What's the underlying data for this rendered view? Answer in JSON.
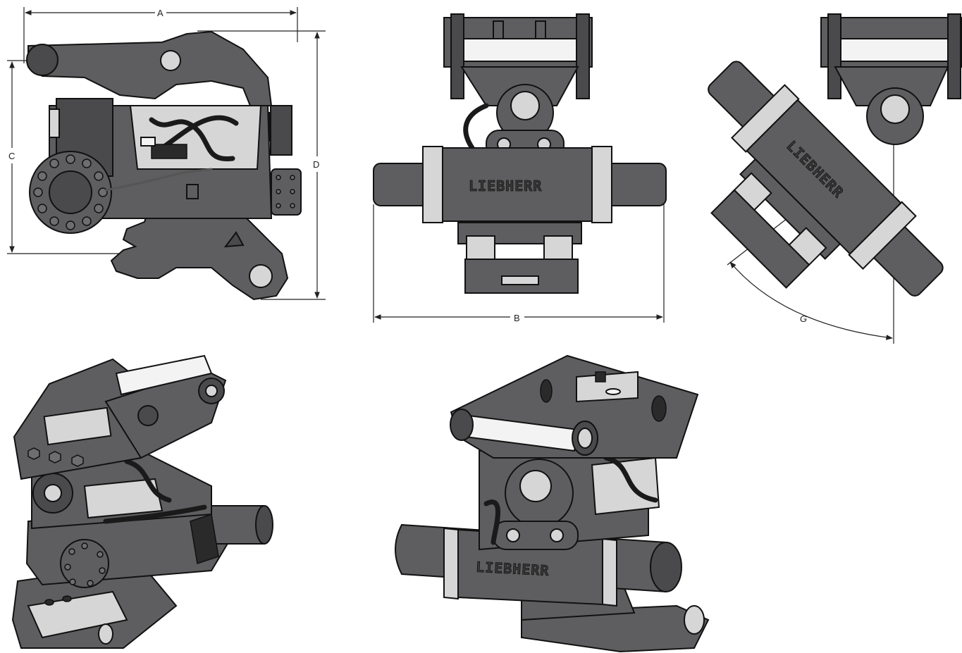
{
  "dimension_labels": {
    "a": "A",
    "b": "B",
    "c": "C",
    "d": "D",
    "g": "G"
  },
  "brand_text": "LIEBHERR",
  "views": [
    {
      "id": "side-view"
    },
    {
      "id": "front-view"
    },
    {
      "id": "rotated-front-view"
    },
    {
      "id": "iso-view-left"
    },
    {
      "id": "iso-view-right"
    }
  ],
  "colors": {
    "body": "#5e5e60",
    "outline": "#111111",
    "highlight": "#d6d6d6",
    "background": "#ffffff"
  }
}
